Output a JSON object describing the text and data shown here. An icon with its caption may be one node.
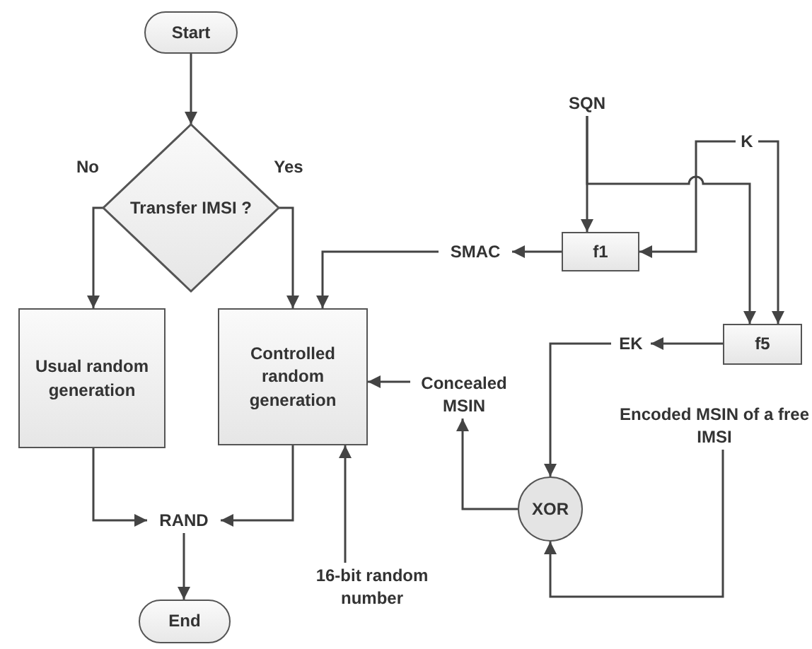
{
  "diagram": {
    "nodes": [
      {
        "text": [
          "Start"
        ]
      },
      {
        "text": [
          "Transfer IMSI ?"
        ]
      },
      {
        "text": [
          "Usual random generation"
        ]
      },
      {
        "text": [
          "Controlled random generation"
        ]
      },
      {
        "text": [
          "RAND"
        ]
      },
      {
        "text": [
          "End"
        ]
      },
      {
        "text": [
          "SQN"
        ]
      },
      {
        "text": [
          "K"
        ]
      },
      {
        "text": [
          "f1"
        ]
      },
      {
        "text": [
          "SMAC"
        ]
      },
      {
        "text": [
          "f5"
        ]
      },
      {
        "text": [
          "EK"
        ]
      },
      {
        "text": [
          "Concealed MSIN"
        ]
      },
      {
        "text": [
          "XOR"
        ]
      },
      {
        "text": [
          "Encoded MSIN of a free IMSI"
        ]
      },
      {
        "text": [
          "16-bit random number"
        ]
      }
    ],
    "edges": [
      {
        "from": 0,
        "to": 1,
        "arrow": "to"
      },
      {
        "from": 1,
        "to": 2,
        "arrow": "to",
        "label": "No"
      },
      {
        "from": 1,
        "to": 3,
        "arrow": "to",
        "label": "Yes"
      },
      {
        "from": 2,
        "to": 4,
        "arrow": "to"
      },
      {
        "from": 3,
        "to": 4,
        "arrow": "to"
      },
      {
        "from": 4,
        "to": 5,
        "arrow": "to"
      },
      {
        "from": 9,
        "to": 3,
        "arrow": "to"
      },
      {
        "from": 12,
        "to": 3,
        "arrow": "to"
      },
      {
        "from": 15,
        "to": 3,
        "arrow": "to"
      },
      {
        "from": 6,
        "to": 8,
        "arrow": "to"
      },
      {
        "from": 6,
        "to": 10,
        "arrow": "to"
      },
      {
        "from": 7,
        "to": 8,
        "arrow": "to"
      },
      {
        "from": 7,
        "to": 10,
        "arrow": "to"
      },
      {
        "from": 8,
        "to": 9,
        "arrow": "to"
      },
      {
        "from": 10,
        "to": 11,
        "arrow": "to"
      },
      {
        "from": 11,
        "to": 13,
        "arrow": "to"
      },
      {
        "from": 13,
        "to": 12,
        "arrow": "to"
      },
      {
        "from": 14,
        "to": 13,
        "arrow": "to"
      }
    ]
  }
}
